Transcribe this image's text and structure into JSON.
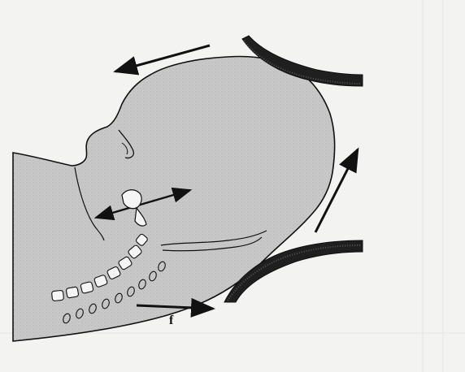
{
  "diagram": {
    "annotation_label": "f",
    "colors": {
      "paper": "#f3f3f1",
      "body_fill": "#c9c9c9",
      "outline": "#111111",
      "pelvis_edge": "#1a1a1a"
    },
    "elements": [
      "infant-head-and-neck",
      "pelvic-bone-upper",
      "pelvic-bone-lower",
      "arrow-top-left",
      "arrow-right-up",
      "arrow-bottom-right",
      "double-arrow-neck"
    ]
  }
}
